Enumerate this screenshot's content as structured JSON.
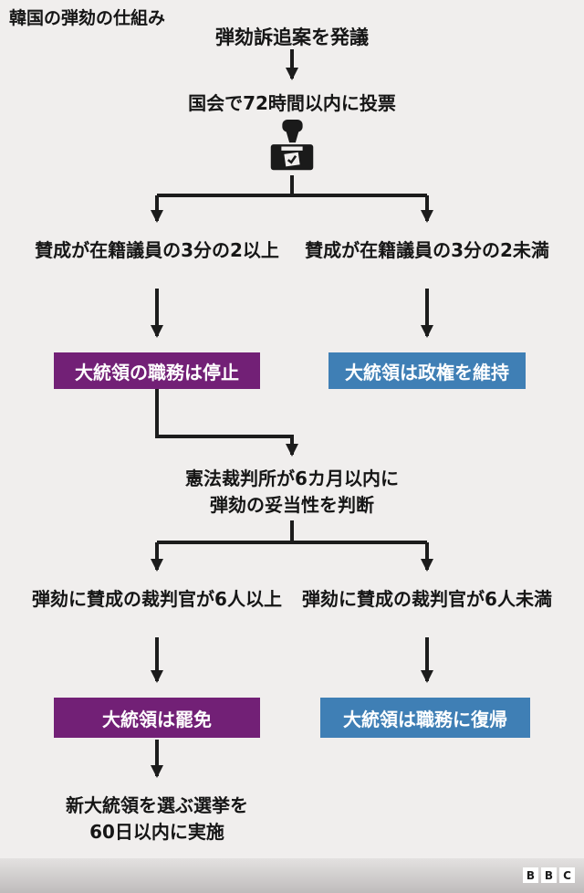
{
  "title": "韓国の弾劾の仕組み",
  "nodes": {
    "propose": "弾劾訴追案を発議",
    "vote": "国会で72時間以内に投票",
    "two_thirds_yes": "賛成が在籍議員の3分の2以上",
    "two_thirds_no": "賛成が在籍議員の3分の2未満",
    "suspended": "大統領の職務は停止",
    "maintain": "大統領は政権を維持",
    "court_line1": "憲法裁判所が6カ月以内に",
    "court_line2": "弾劾の妥当性を判断",
    "judges_yes": "弾劾に賛成の裁判官が6人以上",
    "judges_no": "弾劾に賛成の裁判官が6人未満",
    "removed": "大統領は罷免",
    "reinstated": "大統領は職務に復帰",
    "election_line1": "新大統領を選ぶ選挙を",
    "election_line2": "60日以内に実施"
  },
  "icons": {
    "ballot_box": "ballot-box-icon"
  },
  "colors": {
    "purple": "#722076",
    "blue": "#3f7fb5",
    "bg": "#f0eeed",
    "text": "#161616",
    "line": "#1c1c1c"
  },
  "footer": {
    "letters": [
      "B",
      "B",
      "C"
    ]
  }
}
